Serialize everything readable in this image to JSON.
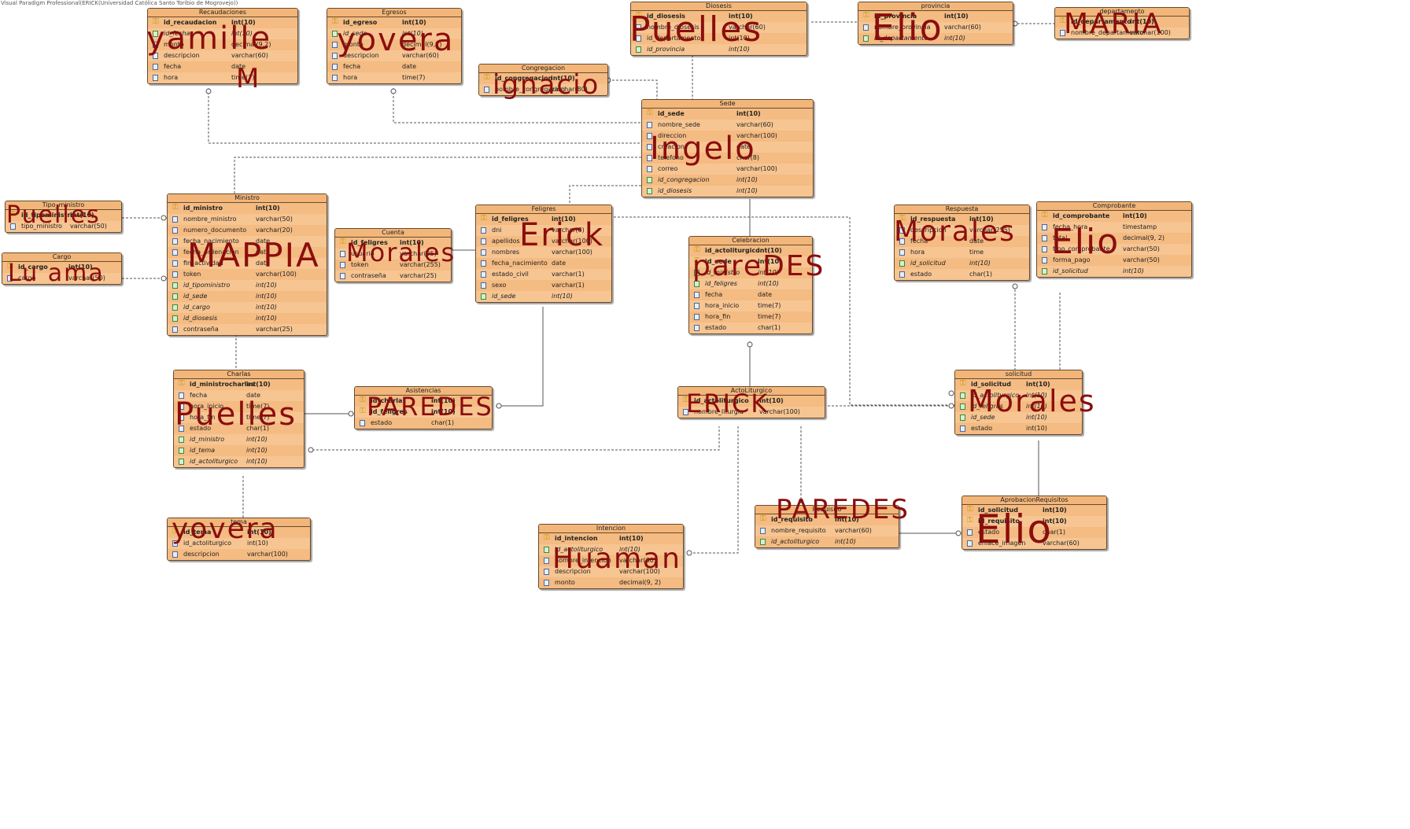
{
  "window_title": "Visual Paradigm Professional(ERICK(Universidad Católica Santo Toribio de Mogrovejo))",
  "tables": [
    {
      "id": "recaudaciones",
      "name": "Recaudaciones",
      "cols": [
        {
          "n": "id_recaudacion",
          "t": "int(10)",
          "k": "pk"
        },
        {
          "n": "id_fecha",
          "t": "int(10)",
          "k": "fk"
        },
        {
          "n": "monto",
          "t": "decimal(9,2)"
        },
        {
          "n": "descripcion",
          "t": "varchar(60)"
        },
        {
          "n": "fecha",
          "t": "date"
        },
        {
          "n": "hora",
          "t": "time(7)"
        }
      ]
    },
    {
      "id": "egresos",
      "name": "Egresos",
      "cols": [
        {
          "n": "id_egreso",
          "t": "int(10)",
          "k": "pk"
        },
        {
          "n": "id_sede",
          "t": "int(10)",
          "k": "fk"
        },
        {
          "n": "monto",
          "t": "decimal(9,2)"
        },
        {
          "n": "descripcion",
          "t": "varchar(60)"
        },
        {
          "n": "fecha",
          "t": "date"
        },
        {
          "n": "hora",
          "t": "time(7)"
        }
      ]
    },
    {
      "id": "congregacion",
      "name": "Congregacion",
      "cols": [
        {
          "n": "id_congregacion",
          "t": "int(10)",
          "k": "pk"
        },
        {
          "n": "nombre_congregacion",
          "t": "varchar(80)"
        }
      ]
    },
    {
      "id": "diosesis",
      "name": "Diosesis",
      "cols": [
        {
          "n": "id_diosesis",
          "t": "int(10)",
          "k": "pk"
        },
        {
          "n": "nombre_diosesis",
          "t": "varchar(60)"
        },
        {
          "n": "id_departamento",
          "t": "int(10)"
        },
        {
          "n": "id_provincia",
          "t": "int(10)",
          "k": "fk"
        }
      ]
    },
    {
      "id": "provincia",
      "name": "provincia",
      "cols": [
        {
          "n": "id_provincia",
          "t": "int(10)",
          "k": "pk"
        },
        {
          "n": "nombre_provincia",
          "t": "varchar(60)"
        },
        {
          "n": "id_departamento",
          "t": "int(10)",
          "k": "fk"
        }
      ]
    },
    {
      "id": "departamento",
      "name": "departamento",
      "cols": [
        {
          "n": "id_departamento",
          "t": "int(10)",
          "k": "pk"
        },
        {
          "n": "nombre_departamento",
          "t": "varchar(100)"
        }
      ]
    },
    {
      "id": "sede",
      "name": "Sede",
      "cols": [
        {
          "n": "id_sede",
          "t": "int(10)",
          "k": "pk"
        },
        {
          "n": "nombre_sede",
          "t": "varchar(60)"
        },
        {
          "n": "direccion",
          "t": "varchar(100)"
        },
        {
          "n": "creacion",
          "t": "date"
        },
        {
          "n": "telefono",
          "t": "char(8)"
        },
        {
          "n": "correo",
          "t": "varchar(100)"
        },
        {
          "n": "id_congregacion",
          "t": "int(10)",
          "k": "fk"
        },
        {
          "n": "id_diosesis",
          "t": "int(10)",
          "k": "fk"
        }
      ]
    },
    {
      "id": "tipo_ministro",
      "name": "Tipo_ministro",
      "cols": [
        {
          "n": "id_tipoministro",
          "t": "int(10)",
          "k": "pk"
        },
        {
          "n": "tipo_ministro",
          "t": "varchar(50)"
        }
      ]
    },
    {
      "id": "cargo",
      "name": "Cargo",
      "cols": [
        {
          "n": "id_cargo",
          "t": "int(10)",
          "k": "pk"
        },
        {
          "n": "cargo",
          "t": "varchar(50)"
        }
      ]
    },
    {
      "id": "ministro",
      "name": "Ministro",
      "cols": [
        {
          "n": "id_ministro",
          "t": "int(10)",
          "k": "pk"
        },
        {
          "n": "nombre_ministro",
          "t": "varchar(50)"
        },
        {
          "n": "numero_documento",
          "t": "varchar(20)"
        },
        {
          "n": "fecha_nacimiento",
          "t": "date"
        },
        {
          "n": "fecha_ordenacion",
          "t": "date"
        },
        {
          "n": "fin_actividad",
          "t": "date"
        },
        {
          "n": "token",
          "t": "varchar(100)"
        },
        {
          "n": "id_tipoministro",
          "t": "int(10)",
          "k": "fk"
        },
        {
          "n": "id_sede",
          "t": "int(10)",
          "k": "fk"
        },
        {
          "n": "id_cargo",
          "t": "int(10)",
          "k": "fk"
        },
        {
          "n": "id_diosesis",
          "t": "int(10)",
          "k": "fk"
        },
        {
          "n": "contraseña",
          "t": "varchar(25)"
        }
      ]
    },
    {
      "id": "cuenta",
      "name": "Cuenta",
      "cols": [
        {
          "n": "id_feligres",
          "t": "int(10)",
          "k": "pk"
        },
        {
          "n": "usuario",
          "t": "varchar(25)"
        },
        {
          "n": "token",
          "t": "varchar(255)"
        },
        {
          "n": "contraseña",
          "t": "varchar(25)"
        }
      ]
    },
    {
      "id": "feligres",
      "name": "Feligres",
      "cols": [
        {
          "n": "id_feligres",
          "t": "int(10)",
          "k": "pk"
        },
        {
          "n": "dni",
          "t": "varchar(8)"
        },
        {
          "n": "apellidos",
          "t": "varchar(100)"
        },
        {
          "n": "nombres",
          "t": "varchar(100)"
        },
        {
          "n": "fecha_nacimiento",
          "t": "date"
        },
        {
          "n": "estado_civil",
          "t": "varchar(1)"
        },
        {
          "n": "sexo",
          "t": "varchar(1)"
        },
        {
          "n": "id_sede",
          "t": "int(10)",
          "k": "fk"
        }
      ]
    },
    {
      "id": "celebracion",
      "name": "Celebracion",
      "cols": [
        {
          "n": "id_actoliturgico",
          "t": "int(10)",
          "k": "pk"
        },
        {
          "n": "id_sede",
          "t": "int(10)",
          "k": "pk"
        },
        {
          "n": "id_ministro",
          "t": "int(10)",
          "k": "fk"
        },
        {
          "n": "id_feligres",
          "t": "int(10)",
          "k": "fk"
        },
        {
          "n": "fecha",
          "t": "date"
        },
        {
          "n": "hora_inicio",
          "t": "time(7)"
        },
        {
          "n": "hora_fin",
          "t": "time(7)"
        },
        {
          "n": "estado",
          "t": "char(1)"
        }
      ]
    },
    {
      "id": "respuesta",
      "name": "Respuesta",
      "cols": [
        {
          "n": "id_respuesta",
          "t": "int(10)",
          "k": "pk"
        },
        {
          "n": "descripcion",
          "t": "varchar(255)"
        },
        {
          "n": "fecha",
          "t": "date"
        },
        {
          "n": "hora",
          "t": "time"
        },
        {
          "n": "id_solicitud",
          "t": "int(10)",
          "k": "fk"
        },
        {
          "n": "estado",
          "t": "char(1)"
        }
      ]
    },
    {
      "id": "comprobante",
      "name": "Comprobante",
      "cols": [
        {
          "n": "id_comprobante",
          "t": "int(10)",
          "k": "pk"
        },
        {
          "n": "fecha_hora",
          "t": "timestamp"
        },
        {
          "n": "total",
          "t": "decimal(9, 2)"
        },
        {
          "n": "tipo_comprobante",
          "t": "varchar(50)"
        },
        {
          "n": "forma_pago",
          "t": "varchar(50)"
        },
        {
          "n": "id_solicitud",
          "t": "int(10)",
          "k": "fk"
        }
      ]
    },
    {
      "id": "charlas",
      "name": "Charlas",
      "cols": [
        {
          "n": "id_ministrocharlas",
          "t": "int(10)",
          "k": "pk"
        },
        {
          "n": "fecha",
          "t": "date"
        },
        {
          "n": "hora_inicio",
          "t": "time(7)"
        },
        {
          "n": "hora_fin",
          "t": "time(7)"
        },
        {
          "n": "estado",
          "t": "char(1)"
        },
        {
          "n": "id_ministro",
          "t": "int(10)",
          "k": "fk"
        },
        {
          "n": "id_tema",
          "t": "int(10)",
          "k": "fk"
        },
        {
          "n": "id_actoliturgico",
          "t": "int(10)",
          "k": "fk"
        }
      ]
    },
    {
      "id": "asistencias",
      "name": "Asistencias",
      "cols": [
        {
          "n": "id_charla",
          "t": "int(10)",
          "k": "pk"
        },
        {
          "n": "id_feligres",
          "t": "int(10)",
          "k": "pk"
        },
        {
          "n": "estado",
          "t": "char(1)"
        }
      ]
    },
    {
      "id": "actoliturgico",
      "name": "ActoLiturgico",
      "cols": [
        {
          "n": "id_actoliturgico",
          "t": "int(10)",
          "k": "pk"
        },
        {
          "n": "nombre_liturgia",
          "t": "varchar(100)"
        }
      ]
    },
    {
      "id": "solicitud",
      "name": "solicitud",
      "cols": [
        {
          "n": "id_solicitud",
          "t": "int(10)",
          "k": "pk"
        },
        {
          "n": "id_actoliturgico",
          "t": "int(10)",
          "k": "fk"
        },
        {
          "n": "id_feligres",
          "t": "int(10)",
          "k": "fk"
        },
        {
          "n": "id_sede",
          "t": "int(10)",
          "k": "fk"
        },
        {
          "n": "estado",
          "t": "int(10)"
        }
      ]
    },
    {
      "id": "tema",
      "name": "tema",
      "cols": [
        {
          "n": "id_tema",
          "t": "int(10)",
          "k": "pk"
        },
        {
          "n": "id_actoliturgico",
          "t": "int(10)"
        },
        {
          "n": "descripcion",
          "t": "varchar(100)"
        }
      ]
    },
    {
      "id": "intencion",
      "name": "Intencion",
      "cols": [
        {
          "n": "id_intencion",
          "t": "int(10)",
          "k": "pk"
        },
        {
          "n": "id_actoliturgico",
          "t": "int(10)",
          "k": "fk"
        },
        {
          "n": "nombre_intencion",
          "t": "varchar(60)"
        },
        {
          "n": "descripcion",
          "t": "varchar(100)"
        },
        {
          "n": "monto",
          "t": "decimal(9, 2)"
        }
      ]
    },
    {
      "id": "requisito",
      "name": "Requisito",
      "cols": [
        {
          "n": "id_requisito",
          "t": "int(10)",
          "k": "pk"
        },
        {
          "n": "nombre_requisito",
          "t": "varchar(60)"
        },
        {
          "n": "id_actoliturgico",
          "t": "int(10)",
          "k": "fk"
        }
      ]
    },
    {
      "id": "aprobacionrequisitos",
      "name": "AprobacionRequisitos",
      "cols": [
        {
          "n": "id_solicitud",
          "t": "int(10)",
          "k": "pk"
        },
        {
          "n": "id_requisito",
          "t": "int(10)",
          "k": "pk"
        },
        {
          "n": "estado",
          "t": "char(1)"
        },
        {
          "n": "enlace_imagen",
          "t": "varchar(60)"
        }
      ]
    }
  ],
  "annotations": [
    {
      "id": "ann-recaudaciones",
      "text": "yamille"
    },
    {
      "id": "ann-recaudaciones-2",
      "text": "M"
    },
    {
      "id": "ann-egresos",
      "text": "yovera"
    },
    {
      "id": "ann-congregacion",
      "text": "ignacio"
    },
    {
      "id": "ann-diosesis",
      "text": "Puelles"
    },
    {
      "id": "ann-provincia",
      "text": "Elio"
    },
    {
      "id": "ann-departamento",
      "text": "MARIA"
    },
    {
      "id": "ann-sede",
      "text": "Ingelo"
    },
    {
      "id": "ann-tipo",
      "text": "Puelles"
    },
    {
      "id": "ann-cargo",
      "text": "Lu ama"
    },
    {
      "id": "ann-ministro",
      "text": "MAPPIA"
    },
    {
      "id": "ann-cuenta",
      "text": "Morales"
    },
    {
      "id": "ann-feligres",
      "text": "Erick"
    },
    {
      "id": "ann-celebracion",
      "text": "pareDES"
    },
    {
      "id": "ann-respuesta",
      "text": "Morales"
    },
    {
      "id": "ann-comprobante",
      "text": "Elio"
    },
    {
      "id": "ann-charlas",
      "text": "Puelles"
    },
    {
      "id": "ann-asistencias",
      "text": "PAREDES"
    },
    {
      "id": "ann-acto",
      "text": "ERICK"
    },
    {
      "id": "ann-solicitud",
      "text": "Morales"
    },
    {
      "id": "ann-tema",
      "text": "yovera"
    },
    {
      "id": "ann-intencion",
      "text": "Huaman"
    },
    {
      "id": "ann-requisito",
      "text": "PAREDES"
    },
    {
      "id": "ann-aprobacion",
      "text": "Elio"
    }
  ],
  "colors": {
    "table_fill": "#f7c592",
    "table_border": "#6a4a2a",
    "ink": "#8b0d0d",
    "line": "#555555"
  }
}
